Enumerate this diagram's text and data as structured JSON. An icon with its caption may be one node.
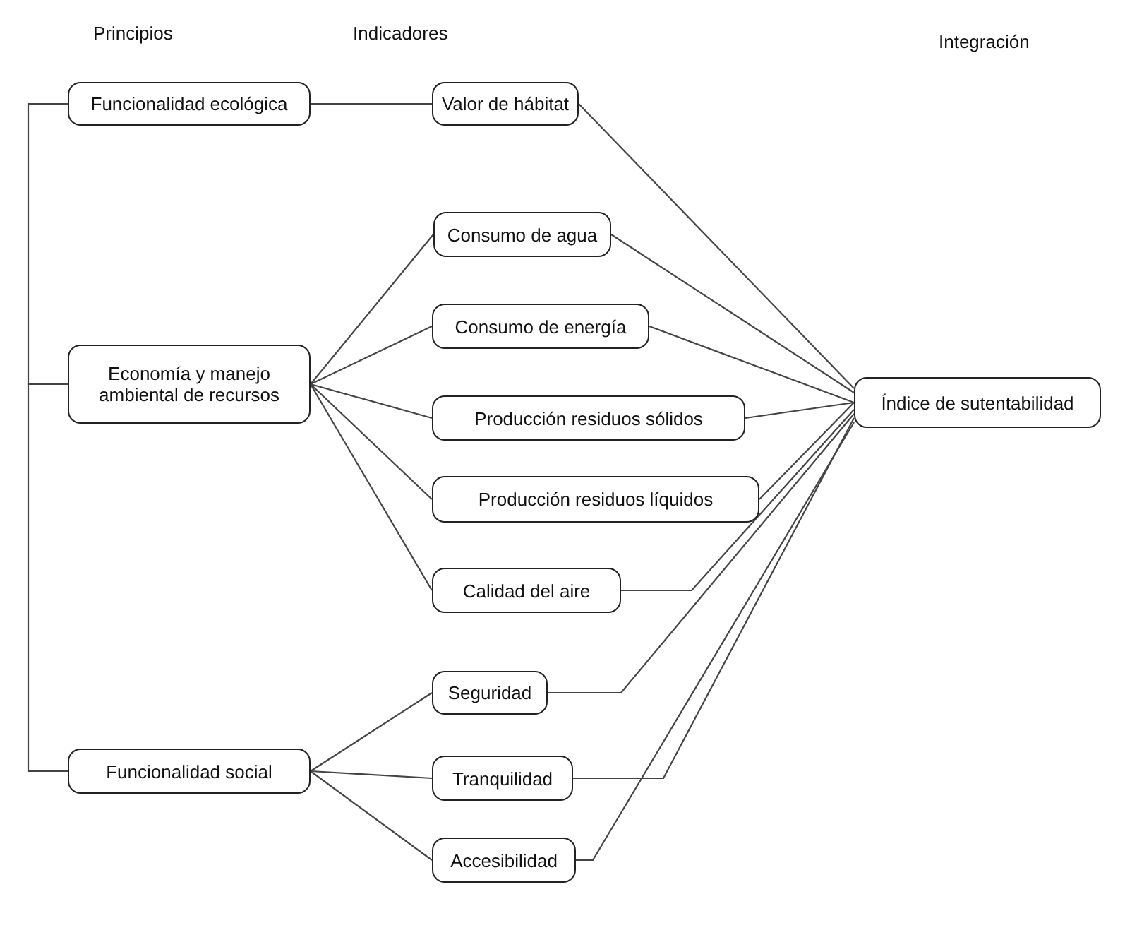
{
  "diagram": {
    "nodes": [
      {
        "text": [
          "Funcionalidad ecológica"
        ]
      },
      {
        "text": [
          "Valor de hábitat"
        ]
      },
      {
        "text": [
          "Economía y manejo ambiental de recursos"
        ]
      },
      {
        "text": [
          "Consumo de agua"
        ]
      },
      {
        "text": [
          "Consumo de energía"
        ]
      },
      {
        "text": [
          "Producción residuos sólidos"
        ]
      },
      {
        "text": [
          "Producción residuos líquidos"
        ]
      },
      {
        "text": [
          "Calidad del aire"
        ]
      },
      {
        "text": [
          "Funcionalidad social"
        ]
      },
      {
        "text": [
          "Seguridad"
        ]
      },
      {
        "text": [
          "Tranquilidad"
        ]
      },
      {
        "text": [
          "Accesibilidad"
        ]
      },
      {
        "text": [
          "Índice de sutentabilidad"
        ]
      }
    ],
    "edges": [
      {
        "from": 0,
        "to": 2,
        "arrow": "none"
      },
      {
        "from": 2,
        "to": 8,
        "arrow": "none"
      },
      {
        "from": 0,
        "to": 1,
        "arrow": "none"
      },
      {
        "from": 2,
        "to": 3,
        "arrow": "none"
      },
      {
        "from": 2,
        "to": 4,
        "arrow": "none"
      },
      {
        "from": 2,
        "to": 5,
        "arrow": "none"
      },
      {
        "from": 2,
        "to": 6,
        "arrow": "none"
      },
      {
        "from": 2,
        "to": 7,
        "arrow": "none"
      },
      {
        "from": 8,
        "to": 9,
        "arrow": "none"
      },
      {
        "from": 8,
        "to": 10,
        "arrow": "none"
      },
      {
        "from": 8,
        "to": 11,
        "arrow": "none"
      },
      {
        "from": 1,
        "to": 12,
        "arrow": "none"
      },
      {
        "from": 3,
        "to": 12,
        "arrow": "none"
      },
      {
        "from": 4,
        "to": 12,
        "arrow": "none"
      },
      {
        "from": 5,
        "to": 12,
        "arrow": "none"
      },
      {
        "from": 6,
        "to": 12,
        "arrow": "none"
      },
      {
        "from": 7,
        "to": 12,
        "arrow": "none"
      },
      {
        "from": 9,
        "to": 12,
        "arrow": "none"
      },
      {
        "from": 10,
        "to": 12,
        "arrow": "none"
      },
      {
        "from": 11,
        "to": 12,
        "arrow": "none"
      }
    ],
    "labels": [
      "Principios",
      "Indicadores",
      "Integración"
    ]
  }
}
